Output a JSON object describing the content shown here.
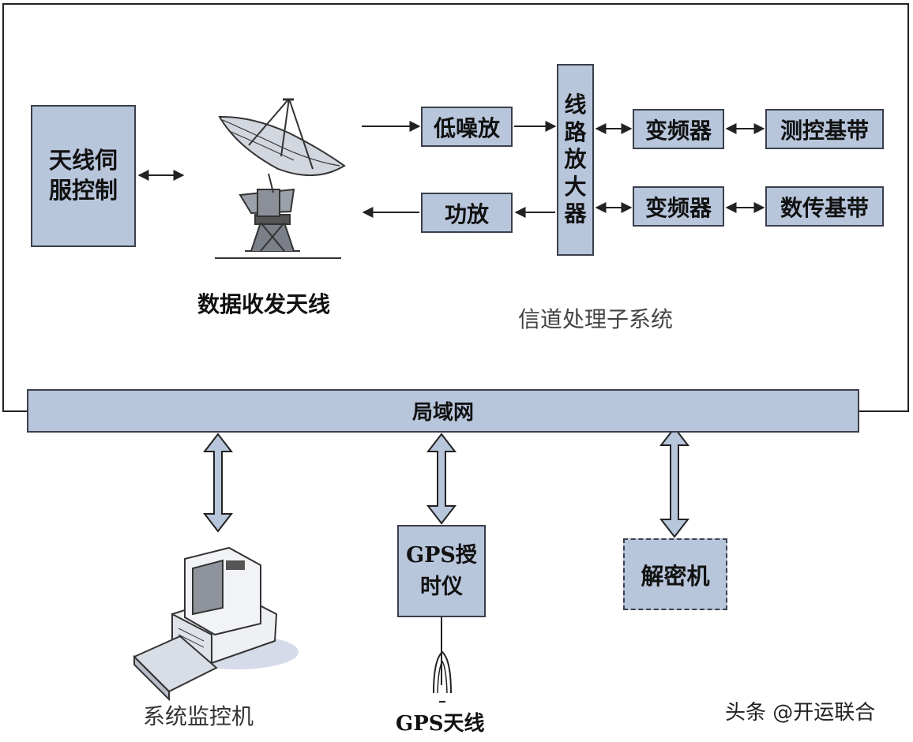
{
  "colors": {
    "box_fill": "#b8c6dc",
    "box_border": "#3a3f4a",
    "line": "#222222",
    "arrow_fill": "#b8c6dc"
  },
  "blocks": {
    "antenna_servo": "天线伺\n服控制",
    "lna": "低噪放",
    "pa": "功放",
    "line_amp": "线\n路\n放\n大\n器",
    "freq_conv_1": "变频器",
    "freq_conv_2": "变频器",
    "tt_c_baseband": "测控基带",
    "data_baseband": "数传基带",
    "lan": "局域网",
    "gps_timer": "GPS授\n时仪",
    "decryptor": "解密机"
  },
  "labels": {
    "data_antenna": "数据收发天线",
    "channel_subsystem": "信道处理子系统",
    "monitor_pc": "系统监控机",
    "gps_antenna": "GPS天线",
    "watermark": "头条 @开运联合"
  },
  "icons": {
    "dish": "satellite-dish-icon",
    "computer": "desktop-computer-icon",
    "gps": "gps-antenna-icon"
  }
}
